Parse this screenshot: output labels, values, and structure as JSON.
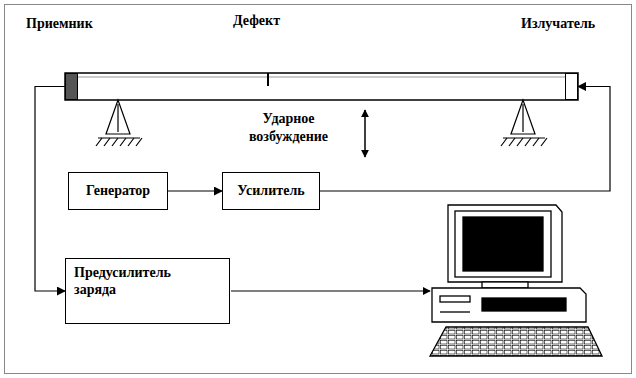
{
  "diagram": {
    "nodes": [
      {
        "text": [
          "Приемник"
        ]
      },
      {
        "text": [
          "Излучатель"
        ]
      },
      {
        "text": [
          "Генератор"
        ]
      },
      {
        "text": [
          "Усилитель"
        ]
      },
      {
        "text": [
          "Предусилитель заряда"
        ]
      }
    ],
    "edges": [
      {
        "from": 2,
        "to": 3,
        "arrow": "to"
      },
      {
        "from": 3,
        "to": 1,
        "arrow": "to"
      },
      {
        "from": 0,
        "to": 4,
        "arrow": "to"
      }
    ],
    "labels": [
      "Дефект",
      "Ударное возбуждение"
    ]
  }
}
